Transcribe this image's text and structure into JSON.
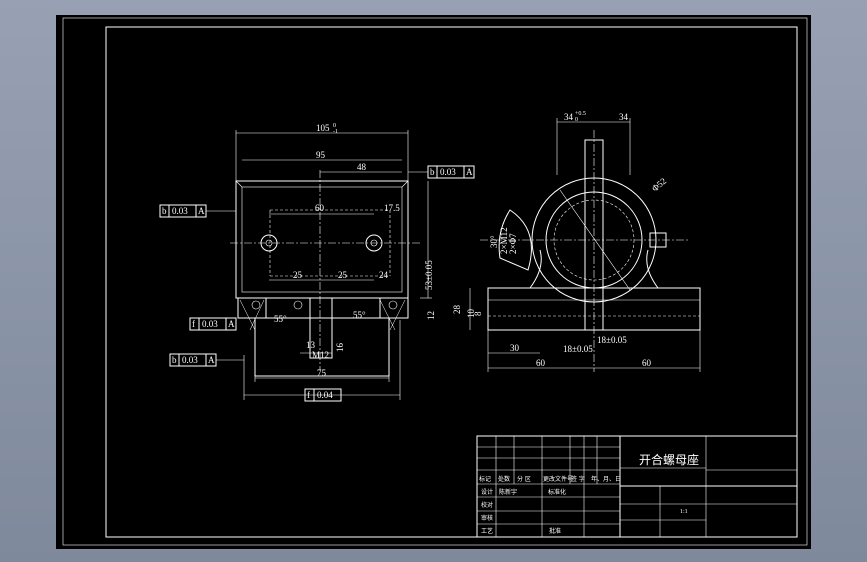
{
  "title_block": {
    "part_name": "开合螺母座",
    "scale": "1:1",
    "row_headers": [
      "标记",
      "处数",
      "分 区",
      "更改文件号",
      "签 字",
      "年、月、日"
    ],
    "designer_label": "设计",
    "designer_sig": "陈新宇",
    "std_label": "标准化",
    "check_label": "校对",
    "review_label": "审核",
    "process_label": "工艺",
    "approve_label": "批准"
  },
  "front_view": {
    "dims": {
      "overall_width": "105",
      "overall_tol_upper": "0",
      "overall_tol_lower": "-1",
      "inner_width": "95",
      "half_width": "48",
      "hole_spacing": "60",
      "right_offset": "17.5",
      "slot_left": "25",
      "slot_mid": "25",
      "slot_right": "24",
      "height": "53±0.05",
      "gib_depth": "12",
      "height2": "16",
      "base_width": "75",
      "small_width": "13",
      "small_dim": "12",
      "thread": "M12",
      "angle_left": "55°",
      "angle_right": "55°"
    },
    "gdt": [
      {
        "symbol": "b",
        "value": "0.03",
        "datum": "A"
      },
      {
        "symbol": "b",
        "value": "0.03",
        "datum": "A"
      },
      {
        "symbol": "f",
        "value": "0.03",
        "datum": "A"
      },
      {
        "symbol": "b",
        "value": "0.03",
        "datum": "A"
      },
      {
        "symbol": "f",
        "value": "0.04",
        "datum": ""
      }
    ]
  },
  "side_view": {
    "dims": {
      "left_half": "34",
      "left_tol_upper": "+0.5",
      "left_tol_lower": "0",
      "right_half": "34",
      "diameter": "Φ52",
      "thread_label": "2×M12",
      "thread_depth": "2×Φ7",
      "angle": "30°",
      "height_total": "28",
      "height_base": "10",
      "height_low": "8",
      "slot_width": "18±0.05",
      "slot_width2": "18±0.05",
      "offset": "30",
      "base_left": "60",
      "base_right": "60"
    }
  }
}
